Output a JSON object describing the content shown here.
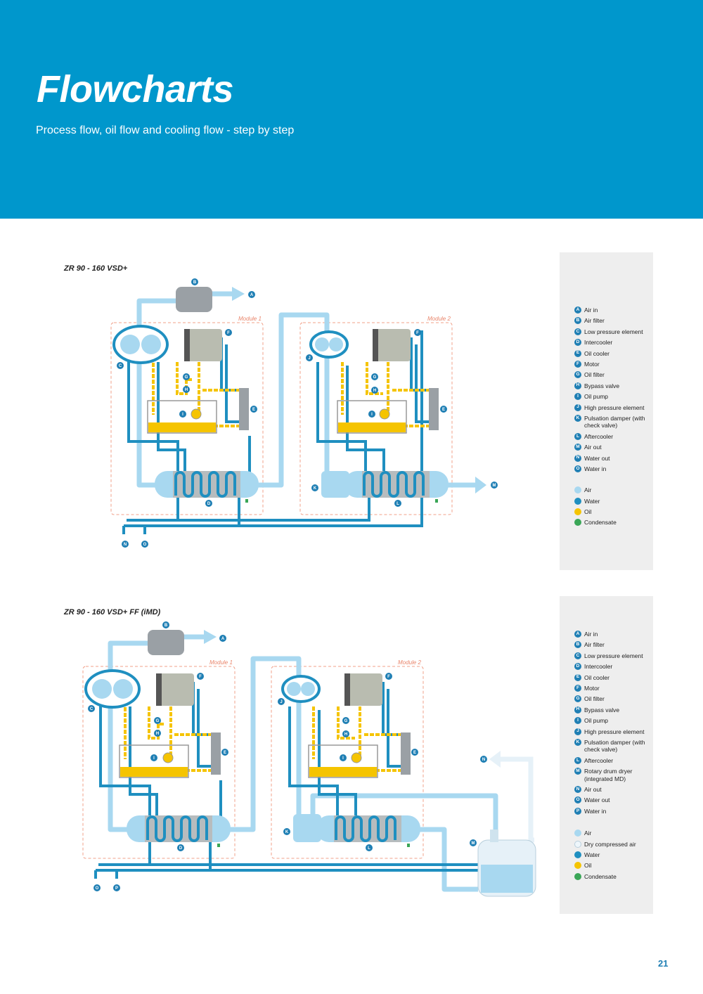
{
  "header": {
    "title": "Flowcharts",
    "subtitle": "Process flow, oil flow and cooling flow - step by step"
  },
  "colors": {
    "header_bg": "#0097cc",
    "air": "#a8d8f0",
    "water": "#1f8fc0",
    "oil": "#f5c400",
    "condensate": "#3aa657",
    "dry_air": "#eef6fb",
    "module_border": "#f0a08a",
    "legend_bg": "#eeeeee"
  },
  "diagram1": {
    "title": "ZR 90 - 160 VSD+",
    "module1_label": "Module 1",
    "module2_label": "Module 2",
    "legend_items": [
      {
        "letter": "A",
        "label": "Air in"
      },
      {
        "letter": "B",
        "label": "Air filter"
      },
      {
        "letter": "C",
        "label": "Low pressure element"
      },
      {
        "letter": "D",
        "label": "Intercooler"
      },
      {
        "letter": "E",
        "label": "Oil cooler"
      },
      {
        "letter": "F",
        "label": "Motor"
      },
      {
        "letter": "G",
        "label": "Oil filter"
      },
      {
        "letter": "H",
        "label": "Bypass valve"
      },
      {
        "letter": "I",
        "label": "Oil pump"
      },
      {
        "letter": "J",
        "label": "High pressure element"
      },
      {
        "letter": "K",
        "label": "Pulsation damper (with check valve)"
      },
      {
        "letter": "L",
        "label": "Aftercooler"
      },
      {
        "letter": "M",
        "label": "Air out"
      },
      {
        "letter": "N",
        "label": "Water out"
      },
      {
        "letter": "O",
        "label": "Water in"
      }
    ],
    "media": [
      {
        "label": "Air",
        "color": "#a8d8f0"
      },
      {
        "label": "Water",
        "color": "#1f8fc0"
      },
      {
        "label": "Oil",
        "color": "#f5c400"
      },
      {
        "label": "Condensate",
        "color": "#3aa657"
      }
    ]
  },
  "diagram2": {
    "title": "ZR 90 - 160 VSD+ FF (iMD)",
    "module1_label": "Module 1",
    "module2_label": "Module 2",
    "legend_items": [
      {
        "letter": "A",
        "label": "Air in"
      },
      {
        "letter": "B",
        "label": "Air filter"
      },
      {
        "letter": "C",
        "label": "Low pressure element"
      },
      {
        "letter": "D",
        "label": "Intercooler"
      },
      {
        "letter": "E",
        "label": "Oil cooler"
      },
      {
        "letter": "F",
        "label": "Motor"
      },
      {
        "letter": "G",
        "label": "Oil filter"
      },
      {
        "letter": "H",
        "label": "Bypass valve"
      },
      {
        "letter": "I",
        "label": "Oil pump"
      },
      {
        "letter": "J",
        "label": "High pressure element"
      },
      {
        "letter": "K",
        "label": "Pulsation damper (with check valve)"
      },
      {
        "letter": "L",
        "label": "Aftercooler"
      },
      {
        "letter": "M",
        "label": "Rotary drum dryer (integrated MD)"
      },
      {
        "letter": "N",
        "label": "Air out"
      },
      {
        "letter": "O",
        "label": "Water out"
      },
      {
        "letter": "P",
        "label": "Water in"
      }
    ],
    "media": [
      {
        "label": "Air",
        "color": "#a8d8f0"
      },
      {
        "label": "Dry compressed air",
        "color": "#eef6fb"
      },
      {
        "label": "Water",
        "color": "#1f8fc0"
      },
      {
        "label": "Oil",
        "color": "#f5c400"
      },
      {
        "label": "Condensate",
        "color": "#3aa657"
      }
    ]
  },
  "page_number": "21"
}
